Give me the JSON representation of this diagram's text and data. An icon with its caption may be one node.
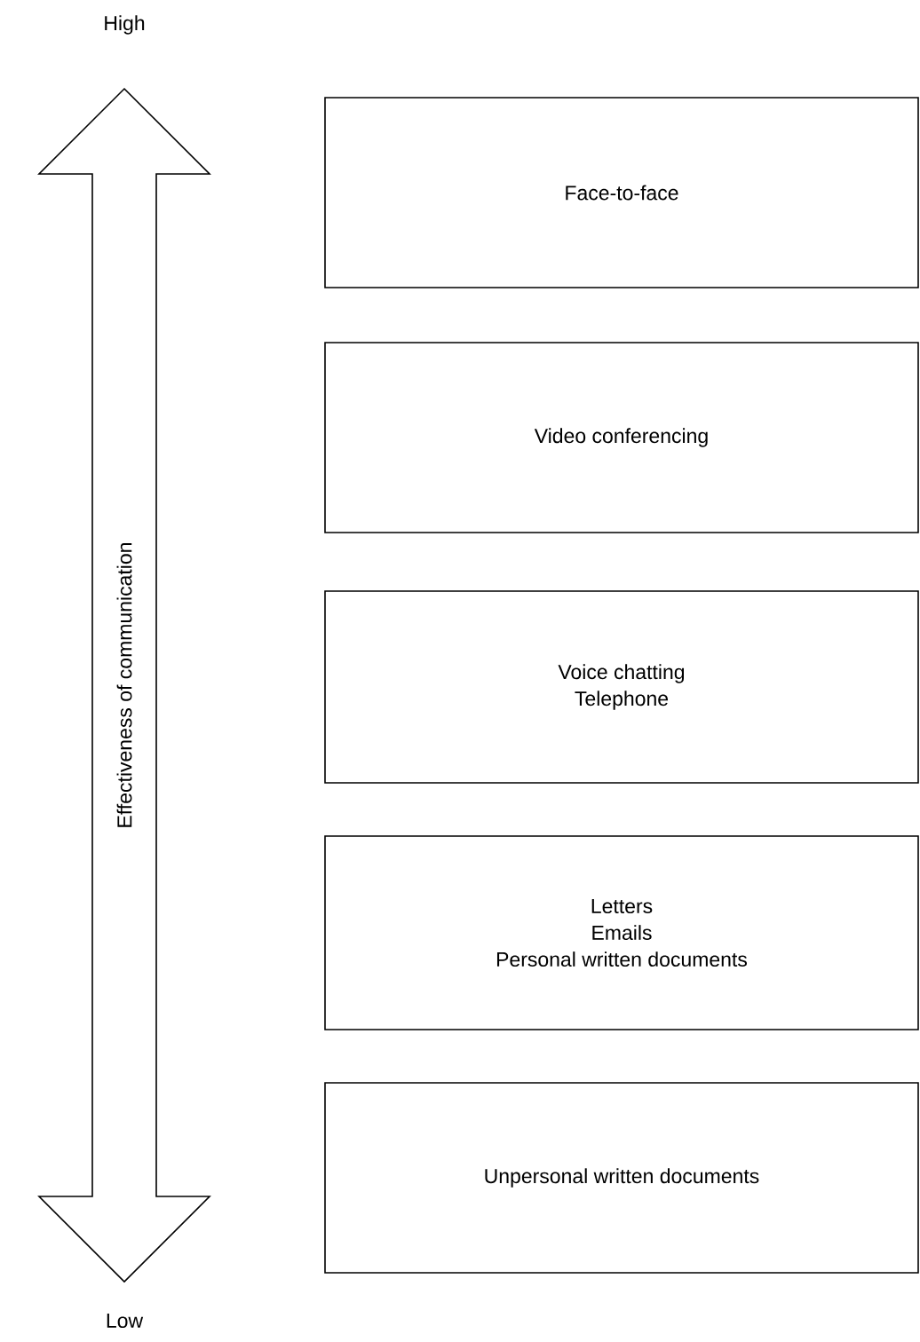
{
  "diagram": {
    "nodes": [
      {
        "text": [
          "Face-to-face"
        ]
      },
      {
        "text": [
          "Video conferencing"
        ]
      },
      {
        "text": [
          "Voice chatting",
          "Telephone"
        ]
      },
      {
        "text": [
          "Letters",
          "Emails",
          "Personal written documents"
        ]
      },
      {
        "text": [
          "Unpersonal written documents"
        ]
      }
    ],
    "labels": [
      "High",
      "Effectiveness of communication",
      "Low"
    ]
  }
}
